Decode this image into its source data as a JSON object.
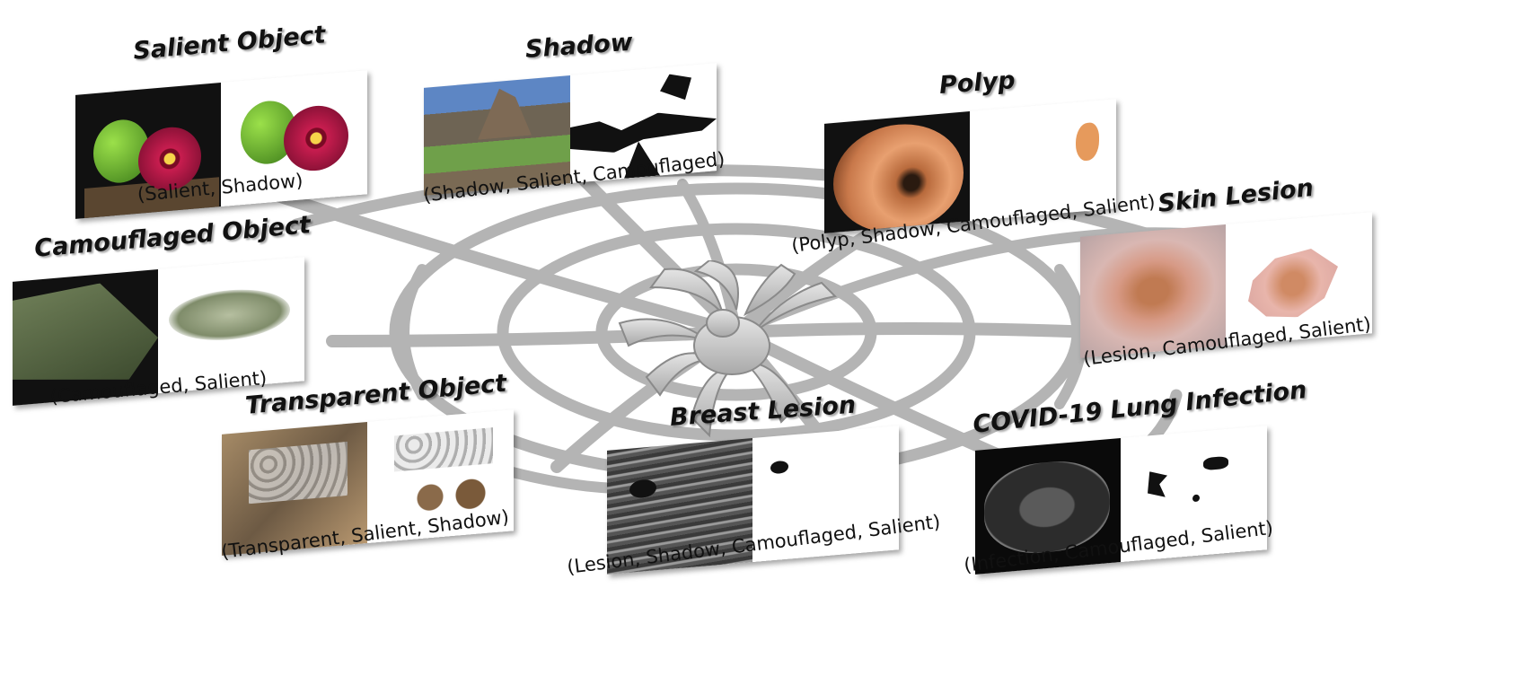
{
  "tasks": [
    {
      "id": "salient",
      "title": "Salient Object",
      "tags": "(Salient, Shadow)"
    },
    {
      "id": "shadow",
      "title": "Shadow",
      "tags": "(Shadow, Salient, Camouflaged)"
    },
    {
      "id": "polyp",
      "title": "Polyp",
      "tags": "(Polyp, Shadow, Camouflaged, Salient)"
    },
    {
      "id": "skin",
      "title": "Skin Lesion",
      "tags": "(Lesion, Camouflaged, Salient)"
    },
    {
      "id": "camo",
      "title": "Camouflaged Object",
      "tags": "(Camouflaged, Salient)"
    },
    {
      "id": "transparent",
      "title": "Transparent Object",
      "tags": "(Transparent, Salient, Shadow)"
    },
    {
      "id": "breast",
      "title": "Breast Lesion",
      "tags": "(Lesion, Shadow, Camouflaged, Salient)"
    },
    {
      "id": "covid",
      "title": "COVID-19 Lung Infection",
      "tags": "(Infection, Camouflaged, Salient)"
    }
  ],
  "colors": {
    "web": "#b4b4b4",
    "spider": "#c8c8c8",
    "spider_edge": "#8a8a8a",
    "text": "#111111"
  }
}
